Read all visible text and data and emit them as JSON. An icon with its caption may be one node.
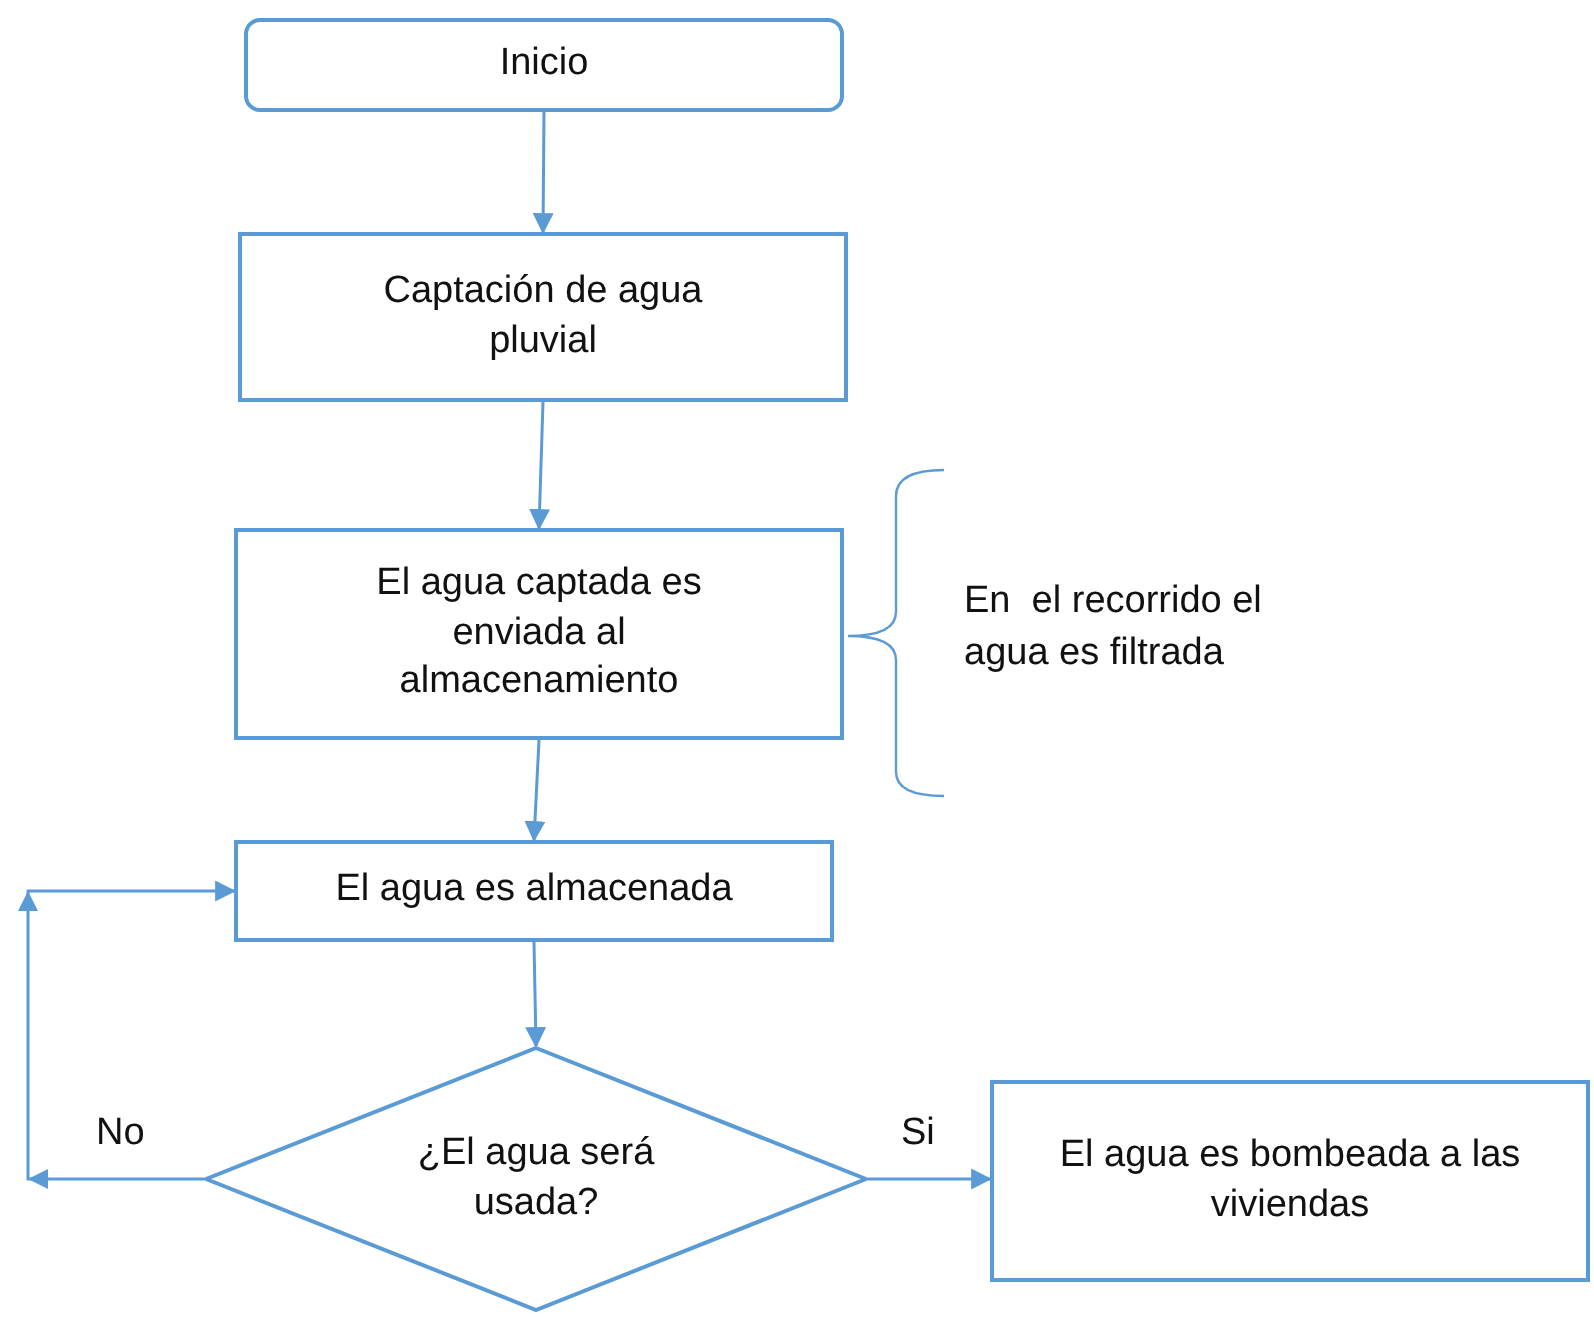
{
  "diagram": {
    "nodes": [
      {
        "text": [
          "Inicio"
        ]
      },
      {
        "text": [
          "Captación de agua pluvial"
        ]
      },
      {
        "text": [
          "El agua captada es enviada al almacenamiento"
        ]
      },
      {
        "text": [
          "El agua es almacenada"
        ]
      },
      {
        "text": [
          "¿El agua será usada?"
        ]
      },
      {
        "text": [
          "El agua es bombeada a las viviendas"
        ]
      }
    ],
    "edges": [
      {
        "from": 0,
        "to": 1,
        "arrow": "to"
      },
      {
        "from": 1,
        "to": 2,
        "arrow": "to"
      },
      {
        "from": 2,
        "to": 3,
        "arrow": "to"
      },
      {
        "from": 3,
        "to": 4,
        "arrow": "to"
      },
      {
        "from": 4,
        "to": 3,
        "arrow": "to",
        "label": "No"
      },
      {
        "from": 4,
        "to": 5,
        "arrow": "to",
        "label": "Si"
      }
    ],
    "labels": [
      "En  el recorrido el agua es filtrada"
    ]
  }
}
